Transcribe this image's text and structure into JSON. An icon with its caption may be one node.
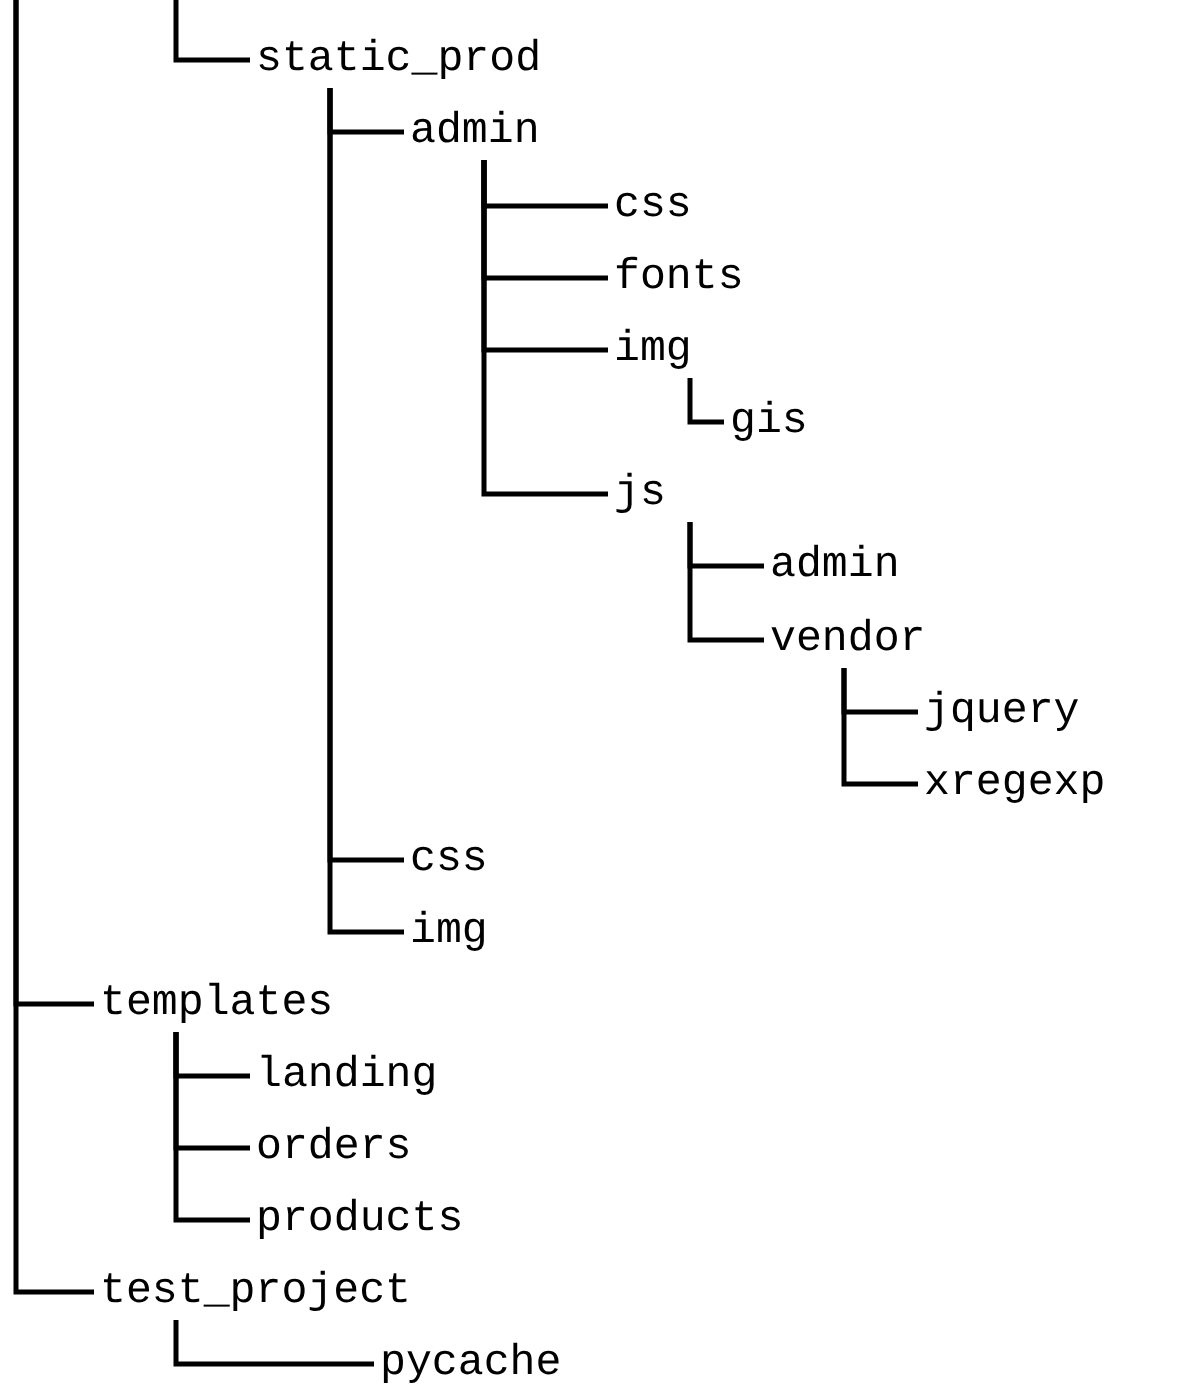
{
  "diagram": {
    "nodes": [
      {
        "text": [
          "static_prod"
        ]
      },
      {
        "text": [
          "admin"
        ]
      },
      {
        "text": [
          "css"
        ]
      },
      {
        "text": [
          "fonts"
        ]
      },
      {
        "text": [
          "img"
        ]
      },
      {
        "text": [
          "gis"
        ]
      },
      {
        "text": [
          "js"
        ]
      },
      {
        "text": [
          "admin"
        ]
      },
      {
        "text": [
          "vendor"
        ]
      },
      {
        "text": [
          "jquery"
        ]
      },
      {
        "text": [
          "xregexp"
        ]
      },
      {
        "text": [
          "css"
        ]
      },
      {
        "text": [
          "img"
        ]
      },
      {
        "text": [
          "templates"
        ]
      },
      {
        "text": [
          "landing"
        ]
      },
      {
        "text": [
          "orders"
        ]
      },
      {
        "text": [
          "products"
        ]
      },
      {
        "text": [
          "test_project"
        ]
      },
      {
        "text": [
          "pycache"
        ]
      }
    ],
    "edges": [
      {
        "from": null,
        "to": 0,
        "arrow": "none"
      },
      {
        "from": 0,
        "to": 1,
        "arrow": "none"
      },
      {
        "from": 1,
        "to": 2,
        "arrow": "none"
      },
      {
        "from": 1,
        "to": 3,
        "arrow": "none"
      },
      {
        "from": 1,
        "to": 4,
        "arrow": "none"
      },
      {
        "from": 4,
        "to": 5,
        "arrow": "none"
      },
      {
        "from": 1,
        "to": 6,
        "arrow": "none"
      },
      {
        "from": 6,
        "to": 7,
        "arrow": "none"
      },
      {
        "from": 6,
        "to": 8,
        "arrow": "none"
      },
      {
        "from": 8,
        "to": 9,
        "arrow": "none"
      },
      {
        "from": 8,
        "to": 10,
        "arrow": "none"
      },
      {
        "from": 0,
        "to": 11,
        "arrow": "none"
      },
      {
        "from": 0,
        "to": 12,
        "arrow": "none"
      },
      {
        "from": null,
        "to": 13,
        "arrow": "none"
      },
      {
        "from": 13,
        "to": 14,
        "arrow": "none"
      },
      {
        "from": 13,
        "to": 15,
        "arrow": "none"
      },
      {
        "from": 13,
        "to": 16,
        "arrow": "none"
      },
      {
        "from": null,
        "to": 17,
        "arrow": "none"
      },
      {
        "from": 17,
        "to": 18,
        "arrow": "none"
      }
    ]
  }
}
